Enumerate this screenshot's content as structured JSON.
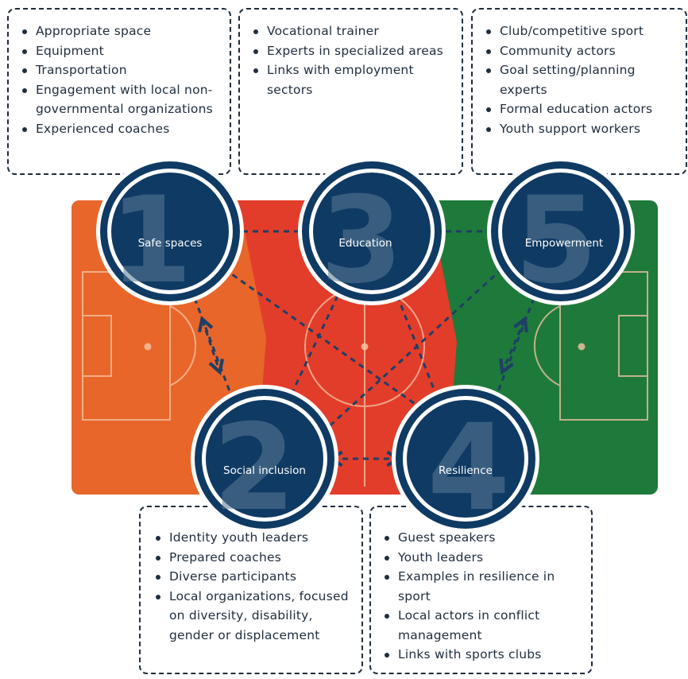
{
  "pillars": [
    {
      "number": "1",
      "label": "Safe spaces",
      "items": [
        "Appropriate space",
        "Equipment",
        "Transportation",
        "Engagement with local non-governmental organizations",
        "Experienced coaches"
      ]
    },
    {
      "number": "3",
      "label": "Education",
      "items": [
        "Vocational trainer",
        "Experts in specialized areas",
        "Links with employment sectors"
      ]
    },
    {
      "number": "5",
      "label": "Empowerment",
      "items": [
        "Club/competitive sport",
        "Community actors",
        "Goal setting/planning experts",
        "Formal education actors",
        "Youth support workers"
      ]
    },
    {
      "number": "2",
      "label": "Social inclusion",
      "items": [
        "Identity youth leaders",
        "Prepared coaches",
        "Diverse participants",
        "Local organizations, focused on diversity, disability, gender or displacement"
      ]
    },
    {
      "number": "4",
      "label": "Resilience",
      "items": [
        "Guest speakers",
        "Youth leaders",
        "Examples in resilience in sport",
        "Local actors in conflict management",
        "Links with sports clubs"
      ]
    }
  ],
  "colors": {
    "orange": "#e8662a",
    "red": "#e23d2a",
    "green": "#1e7a3b",
    "navy": "#0f3a63",
    "line": "#1f3f66"
  }
}
